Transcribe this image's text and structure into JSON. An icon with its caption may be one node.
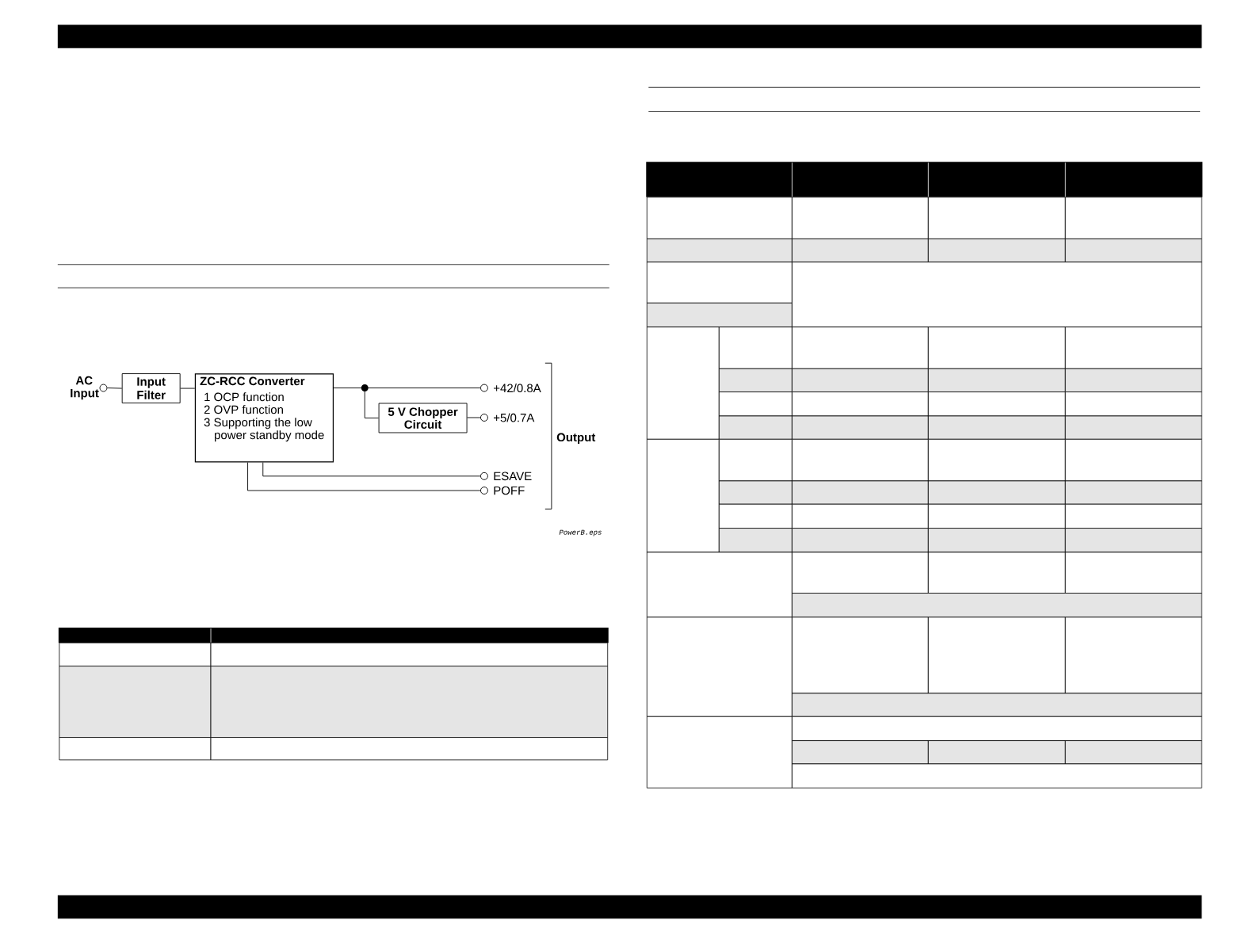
{
  "diagram": {
    "nodes": [
      {
        "text": [],
        "shape": "circle",
        "beside": [
          "AC Input"
        ]
      },
      {
        "text": [
          "Input Filter"
        ]
      },
      {
        "text": [
          "ZC-RCC Converter",
          "1 OCP function",
          "2 OVP function",
          "3 Supporting the low power standby mode"
        ]
      },
      {
        "text": [],
        "shape": "circle"
      },
      {
        "text": [
          "5 V Chopper Circuit"
        ]
      },
      {
        "text": [],
        "shape": "circle",
        "beside": [
          "+42/0.8A"
        ]
      },
      {
        "text": [],
        "shape": "circle",
        "beside": [
          "+5/0.7A"
        ]
      },
      {
        "text": [],
        "shape": "circle",
        "beside": [
          "ESAVE"
        ]
      },
      {
        "text": [],
        "shape": "circle",
        "beside": [
          "POFF"
        ]
      }
    ],
    "edges": [
      {
        "from": 0,
        "to": 1,
        "arrow": "none"
      },
      {
        "from": 1,
        "to": 2,
        "arrow": "none"
      },
      {
        "from": 2,
        "to": 3,
        "arrow": "none"
      },
      {
        "from": 3,
        "to": 5,
        "arrow": "none"
      },
      {
        "from": 3,
        "to": 4,
        "arrow": "none"
      },
      {
        "from": 4,
        "to": 6,
        "arrow": "none"
      },
      {
        "from": 2,
        "to": 7,
        "arrow": "none"
      },
      {
        "from": 2,
        "to": 8,
        "arrow": "none"
      }
    ],
    "labels": [
      "Output",
      "PowerB.eps"
    ]
  }
}
